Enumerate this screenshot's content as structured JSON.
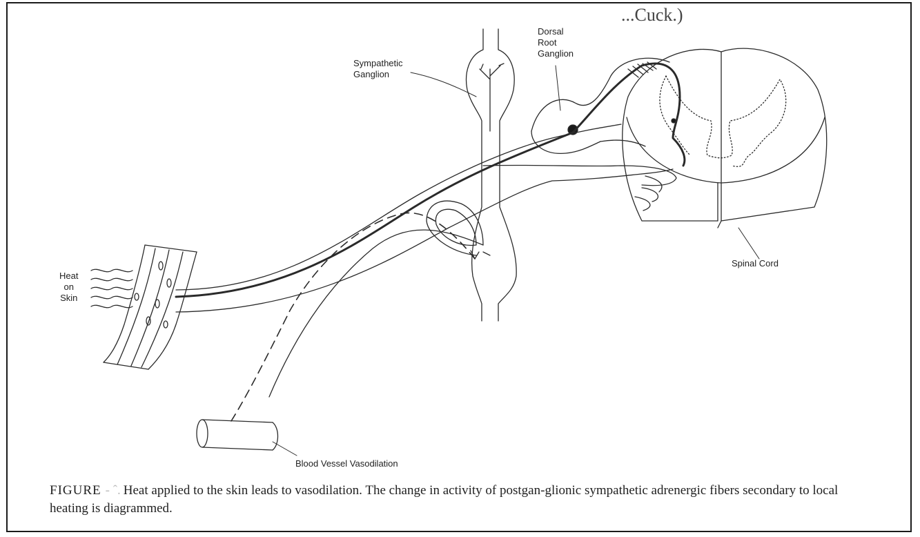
{
  "labels": {
    "dorsal_root_ganglion": "Dorsal\nRoot\nGanglion",
    "sympathetic_ganglion": "Sympathetic\nGanglion",
    "heat_on_skin": "Heat\non\nSkin",
    "spinal_cord": "Spinal Cord",
    "blood_vessel": "Blood Vessel Vasodilation"
  },
  "top_fragment": "...Cuck.)",
  "caption": {
    "figure_word": "FIGURE",
    "figure_number": "- ˆ.",
    "text": "Heat applied to the skin leads to vasodilation. The change in activity of postgan-glionic sympathetic adrenergic fibers secondary to local heating is diagrammed."
  }
}
